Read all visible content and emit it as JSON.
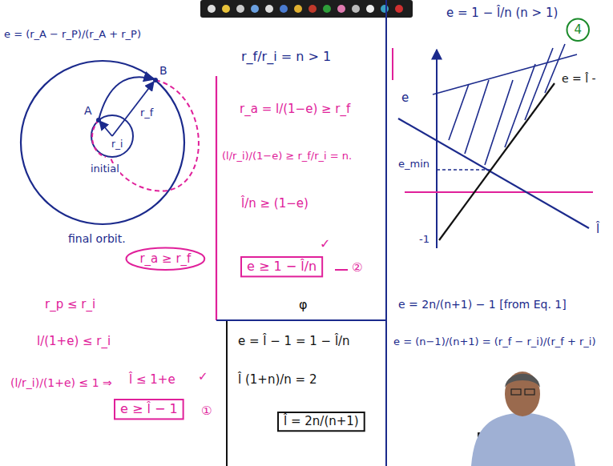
{
  "diagram": {
    "nodes": [
      {
        "text": [
          "r_a ≥ r_f"
        ]
      },
      {
        "text": [
          "e ≥ l̂ − 1"
        ]
      },
      {
        "text": [
          "e ≥ 1 − l̂/n"
        ]
      },
      {
        "text": [
          "l̂ = 2n/(n+1)"
        ]
      },
      {
        "text": [
          "4"
        ]
      }
    ],
    "labels": [
      "e = (r_A − r_P)/(r_A + r_P)",
      "A",
      "B",
      "r_i",
      "r_f",
      "initial",
      "final orbit.",
      "r_p ≤ r_i",
      "l/(1+e) ≤ r_i",
      "(l/r_i)/(1+e) ≤ 1 ⇒",
      "l̂ ≤ 1+e",
      "✓",
      "①",
      "r_f/r_i = n > 1",
      "r_a = l/(1−e) ≥ r_f",
      "(l/r_i)/(1−e) ≥ r_f/r_i = n.",
      "l̂/n ≥ (1−e)",
      "✓",
      "②",
      "φ",
      "e = l̂ − 1 = 1 − l̂/n",
      "l̂ (1+n)/n = 2",
      "e",
      "e = 1 − l̂/n (n > 1)",
      "e = l̂ -",
      "e_min",
      "-1",
      "l̂",
      "e = 2n/(n+1) − 1 [from Eq. 1]",
      "e = (n−1)/(n+1) = (r_f − r_i)/(r_f + r_i)"
    ]
  }
}
